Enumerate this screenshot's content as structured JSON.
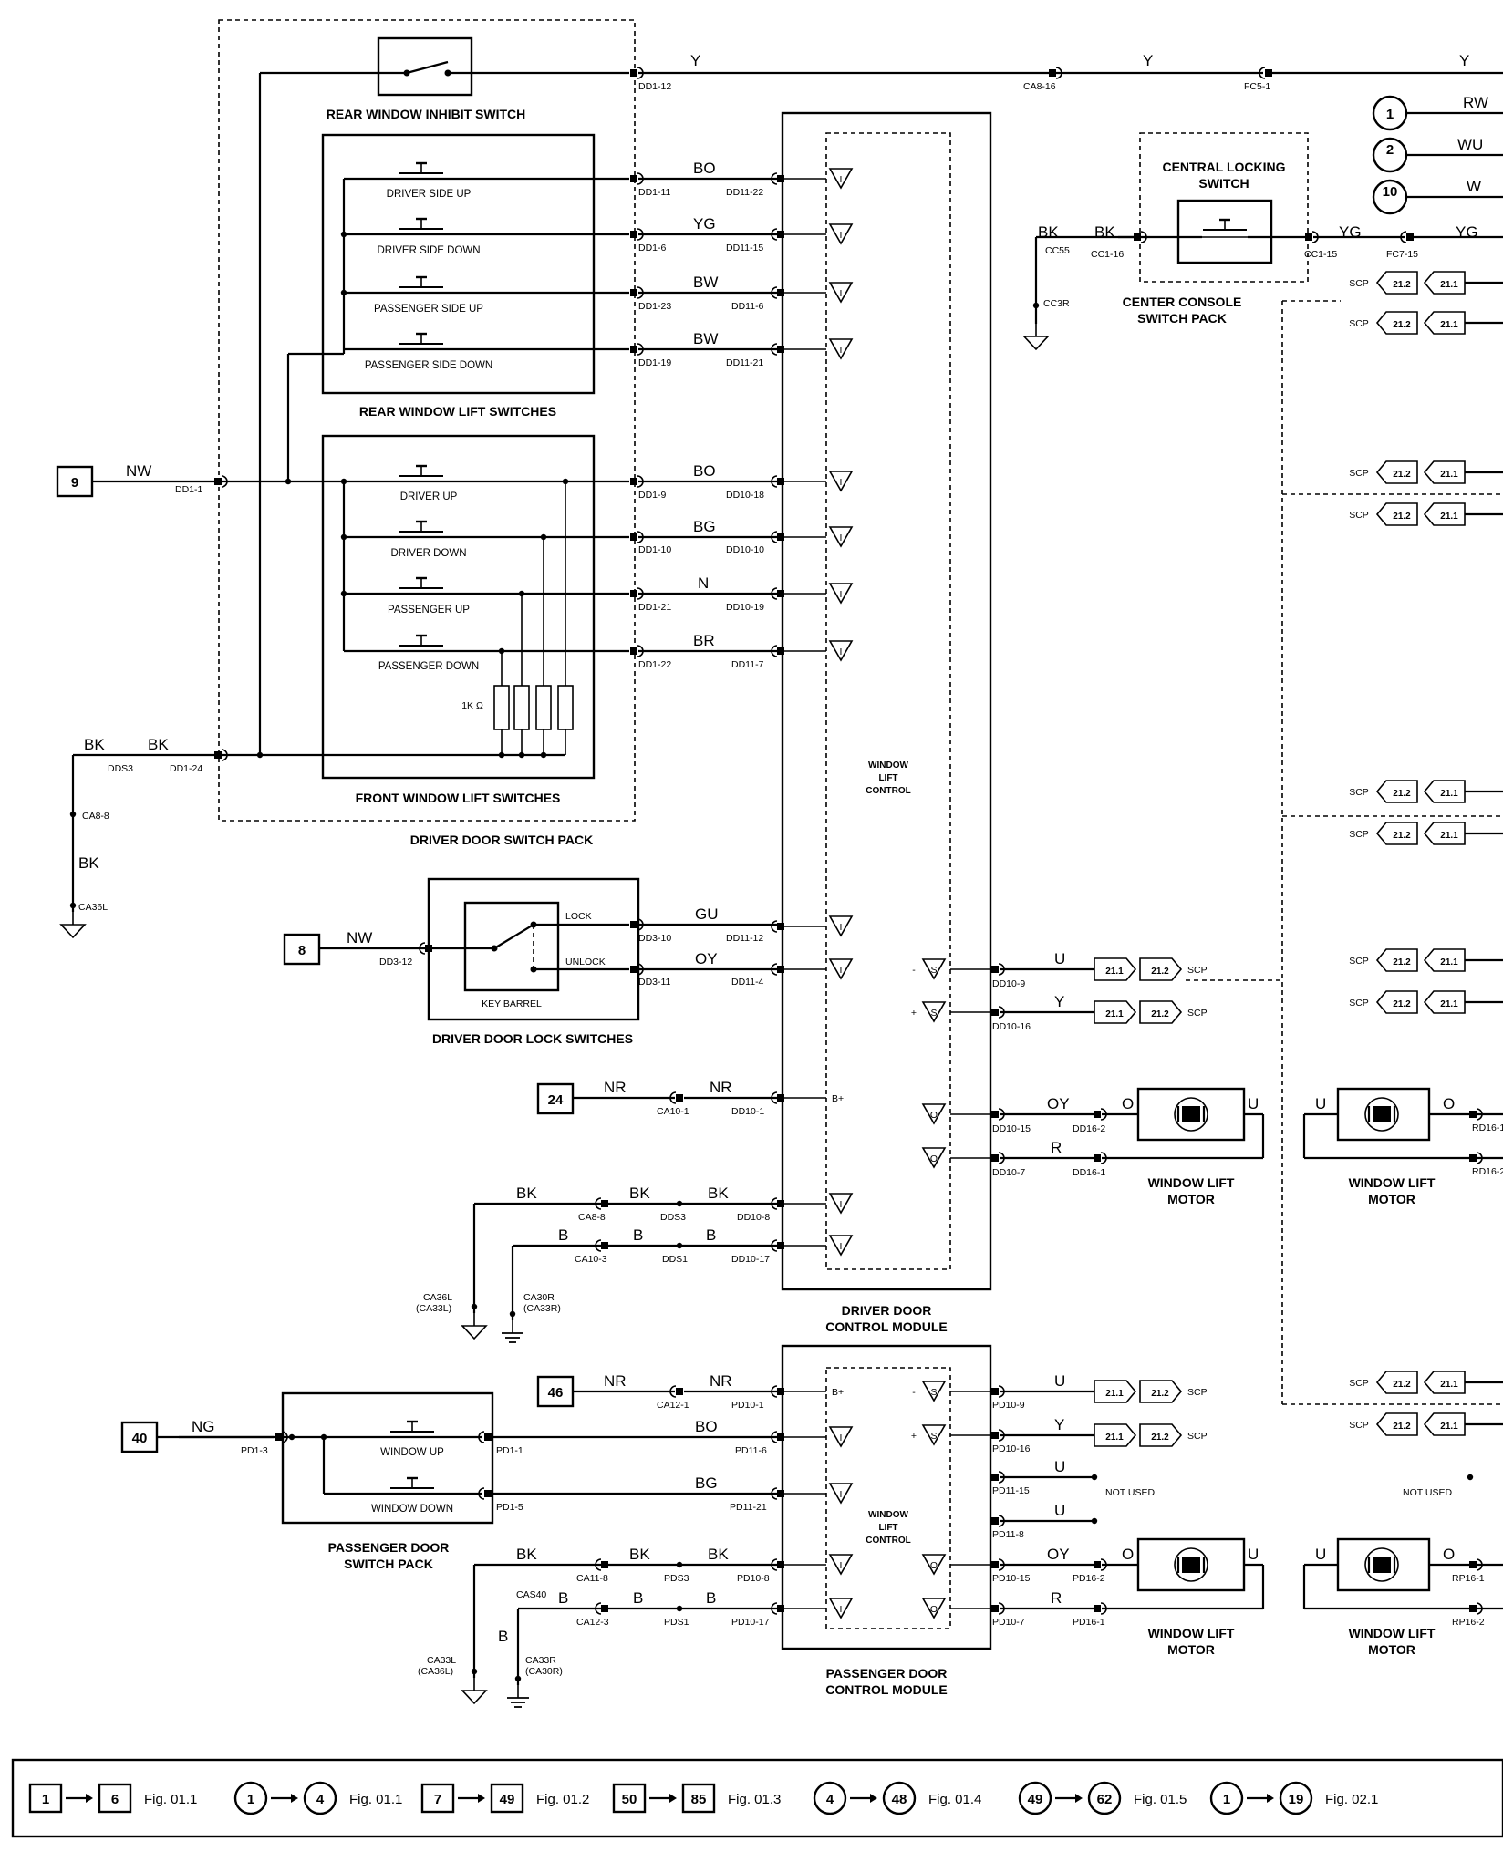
{
  "wires": {
    "y1": "Y",
    "y2": "Y",
    "y3": "Y",
    "rw": "RW",
    "wu": "WU",
    "w": "W",
    "bk_cc1": "BK",
    "bk_cc2": "BK",
    "yg_cc1": "YG",
    "yg_cc2": "YG",
    "bo1": "BO",
    "yg1": "YG",
    "bw1": "BW",
    "bw2": "BW",
    "nw1": "NW",
    "bo2": "BO",
    "bg1": "BG",
    "n1": "N",
    "br1": "BR",
    "bk1": "BK",
    "bk2": "BK",
    "bk3": "BK",
    "gu": "GU",
    "oy1": "OY",
    "nw2": "NW",
    "nr1": "NR",
    "nr2": "NR",
    "u1": "U",
    "y4": "Y",
    "oy2": "OY",
    "r1": "R",
    "o1": "O",
    "u2": "U",
    "u3": "U",
    "o2": "O",
    "bk4": "BK",
    "bk5": "BK",
    "bk6": "BK",
    "b1": "B",
    "b2": "B",
    "b3": "B",
    "nr3": "NR",
    "nr4": "NR",
    "ng": "NG",
    "bo3": "BO",
    "bg2": "BG",
    "u4": "U",
    "y5": "Y",
    "u5": "U",
    "u6": "U",
    "oy3": "OY",
    "r2": "R",
    "o3": "O",
    "u7": "U",
    "u8": "U",
    "o4": "O",
    "bk7": "BK",
    "bk8": "BK",
    "bk9": "BK",
    "b4": "B",
    "b5": "B",
    "b6": "B",
    "b7": "B"
  },
  "pins": {
    "dd1_12": "DD1-12",
    "ca8_16": "CA8-16",
    "fc5_1": "FC5-1",
    "dd1_11": "DD1-11",
    "dd11_22": "DD11-22",
    "dd1_6": "DD1-6",
    "dd11_15": "DD11-15",
    "dd1_23": "DD1-23",
    "dd11_6": "DD11-6",
    "dd1_19": "DD1-19",
    "dd11_21": "DD11-21",
    "dd1_1": "DD1-1",
    "dd1_9": "DD1-9",
    "dd10_18": "DD10-18",
    "dd1_10": "DD1-10",
    "dd10_10": "DD10-10",
    "dd1_21": "DD1-21",
    "dd10_19": "DD10-19",
    "dd1_22": "DD1-22",
    "dd11_7": "DD11-7",
    "dds3a": "DDS3",
    "dd1_24": "DD1-24",
    "ca8_8a": "CA8-8",
    "ca36l_a": "CA36L",
    "dd3_12": "DD3-12",
    "dd3_10": "DD3-10",
    "dd11_12": "DD11-12",
    "dd3_11": "DD3-11",
    "dd11_4": "DD11-4",
    "ca10_1": "CA10-1",
    "dd10_1": "DD10-1",
    "dd10_9": "DD10-9",
    "dd10_16": "DD10-16",
    "dd10_15": "DD10-15",
    "dd16_2": "DD16-2",
    "dd10_7": "DD10-7",
    "dd16_1": "DD16-1",
    "ca8_8b": "CA8-8",
    "dds3b": "DDS3",
    "dd10_8": "DD10-8",
    "ca10_3": "CA10-3",
    "dds1": "DDS1",
    "dd10_17": "DD10-17",
    "ca36l_b": "CA36L",
    "ca33l_b": "(CA33L)",
    "ca30r_a": "CA30R",
    "ca33r_a": "(CA33R)",
    "cc55": "CC55",
    "cc1_16": "CC1-16",
    "cc1_15": "CC1-15",
    "fc7_15": "FC7-15",
    "cc3r": "CC3R",
    "rd16_1": "RD16-1",
    "rd16_2": "RD16-2",
    "ca12_1": "CA12-1",
    "pd10_1": "PD10-1",
    "pd1_3": "PD1-3",
    "pd1_1": "PD1-1",
    "pd11_6": "PD11-6",
    "pd1_5": "PD1-5",
    "pd11_21": "PD11-21",
    "pd10_9": "PD10-9",
    "pd10_16": "PD10-16",
    "pd11_15": "PD11-15",
    "pd11_8": "PD11-8",
    "pd10_15": "PD10-15",
    "pd16_2": "PD16-2",
    "pd10_7": "PD10-7",
    "pd16_1": "PD16-1",
    "ca11_8": "CA11-8",
    "pds3": "PDS3",
    "pd10_8": "PD10-8",
    "cas40": "CAS40",
    "ca12_3": "CA12-3",
    "pds1": "PDS1",
    "pd10_17": "PD10-17",
    "ca33l_c": "CA33L",
    "ca36l_c": "(CA36L)",
    "ca33r_c": "CA33R",
    "ca30r_c": "(CA30R)",
    "rp16_1": "RP16-1",
    "rp16_2": "RP16-2"
  },
  "labels": {
    "rear_inhibit": "REAR WINDOW INHIBIT SWITCH",
    "rear_lift": "REAR WINDOW LIFT SWITCHES",
    "front_lift": "FRONT WINDOW LIFT SWITCHES",
    "driver_pack": "DRIVER DOOR SWITCH PACK",
    "driver_lock": "DRIVER DOOR LOCK SWITCHES",
    "key_barrel": "KEY BARREL",
    "lock": "LOCK",
    "unlock": "UNLOCK",
    "driver_module_1": "DRIVER DOOR",
    "driver_module_2": "CONTROL MODULE",
    "wlc_1": "WINDOW",
    "wlc_2": "LIFT",
    "wlc_3": "CONTROL",
    "central_1": "CENTRAL LOCKING",
    "central_2": "SWITCH",
    "console_1": "CENTER CONSOLE",
    "console_2": "SWITCH PACK",
    "motor_1": "WINDOW LIFT",
    "motor_2": "MOTOR",
    "pass_pack_1": "PASSENGER DOOR",
    "pass_pack_2": "SWITCH PACK",
    "pass_module_1": "PASSENGER DOOR",
    "pass_module_2": "CONTROL MODULE",
    "not_used": "NOT USED",
    "resistor": "1K Ω",
    "bplus": "B+",
    "scp": "SCP"
  },
  "switches": {
    "driver_side_up": "DRIVER SIDE UP",
    "driver_side_down": "DRIVER SIDE DOWN",
    "passenger_side_up": "PASSENGER SIDE UP",
    "passenger_side_down": "PASSENGER SIDE DOWN",
    "driver_up": "DRIVER UP",
    "driver_down": "DRIVER DOWN",
    "passenger_up": "PASSENGER UP",
    "passenger_down": "PASSENGER DOWN",
    "window_up": "WINDOW UP",
    "window_down": "WINDOW DOWN"
  },
  "refs": {
    "b9": "9",
    "b8": "8",
    "b24": "24",
    "b46": "46",
    "b40": "40",
    "c1": "1",
    "c2": "2",
    "c10": "10"
  },
  "tags": {
    "t1": "21.1",
    "t2": "21.2",
    "i": "I",
    "s": "S",
    "o": "O",
    "minus": "-",
    "plus": "+"
  },
  "legend": [
    {
      "a": "1",
      "b": "6",
      "fig": "Fig. 01.1"
    },
    {
      "a": "1",
      "b": "4",
      "fig": "Fig. 01.1"
    },
    {
      "a": "7",
      "b": "49",
      "fig": "Fig. 01.2"
    },
    {
      "a": "50",
      "b": "85",
      "fig": "Fig. 01.3"
    },
    {
      "a": "4",
      "b": "48",
      "fig": "Fig. 01.4"
    },
    {
      "a": "49",
      "b": "62",
      "fig": "Fig. 01.5"
    },
    {
      "a": "1",
      "b": "19",
      "fig": "Fig. 02.1"
    }
  ]
}
